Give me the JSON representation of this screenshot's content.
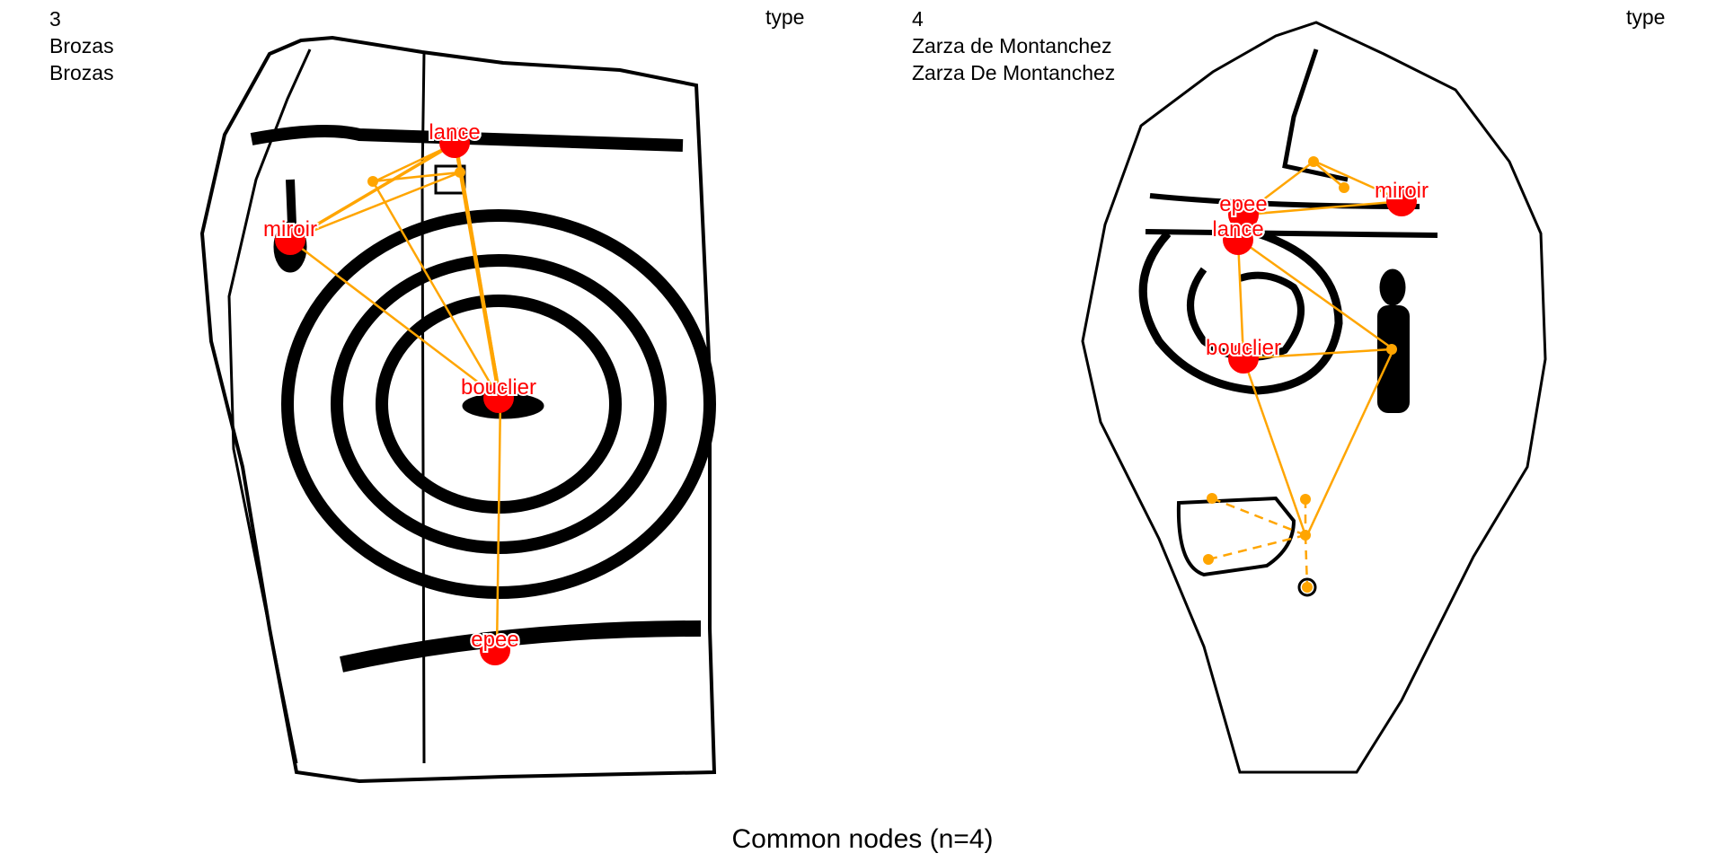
{
  "panels": [
    {
      "id": "3",
      "site": "Brozas",
      "site_alt": "Brozas",
      "legend": "type",
      "nodes": [
        "lance",
        "miroir",
        "bouclier",
        "epee"
      ]
    },
    {
      "id": "4",
      "site": "Zarza de Montanchez",
      "site_alt": "Zarza De Montanchez",
      "legend": "type",
      "nodes": [
        "epee",
        "miroir",
        "lance",
        "bouclier"
      ]
    }
  ],
  "title": "Common nodes (n=4)",
  "colors": {
    "common_node": "#ff0000",
    "edge": "#ffa500",
    "drawing": "#000000"
  }
}
